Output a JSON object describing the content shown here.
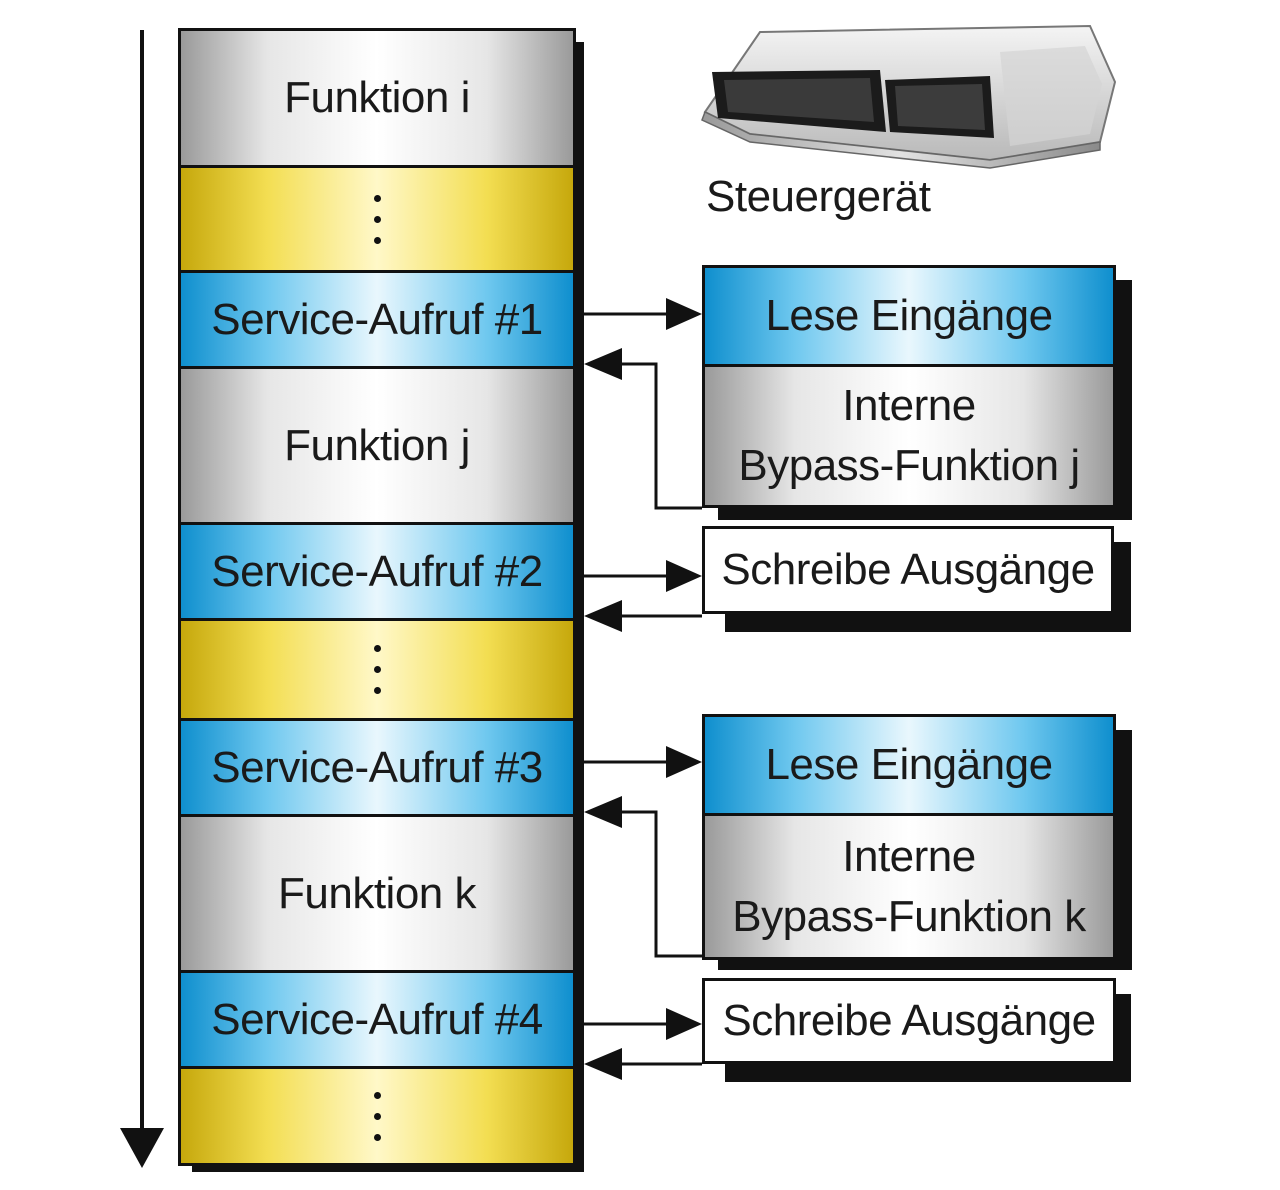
{
  "device": {
    "label": "Steuergerät",
    "icon": "ecu-device-icon"
  },
  "stack": {
    "segments": [
      {
        "kind": "function",
        "label": "Funktion i"
      },
      {
        "kind": "ellipsis",
        "label": ""
      },
      {
        "kind": "service",
        "label": "Service-Aufruf #1"
      },
      {
        "kind": "function",
        "label": "Funktion j"
      },
      {
        "kind": "service",
        "label": "Service-Aufruf #2"
      },
      {
        "kind": "ellipsis",
        "label": ""
      },
      {
        "kind": "service",
        "label": "Service-Aufruf #3"
      },
      {
        "kind": "function",
        "label": "Funktion k"
      },
      {
        "kind": "service",
        "label": "Service-Aufruf #4"
      },
      {
        "kind": "ellipsis",
        "label": ""
      }
    ]
  },
  "bypass": {
    "group1": {
      "read_label": "Lese Eingänge",
      "internal_line1": "Interne",
      "internal_line2": "Bypass-Funktion j",
      "write_label": "Schreibe Ausgänge"
    },
    "group2": {
      "read_label": "Lese Eingänge",
      "internal_line1": "Interne",
      "internal_line2": "Bypass-Funktion k",
      "write_label": "Schreibe Ausgänge"
    }
  },
  "colors": {
    "function": "#e6e6e6",
    "ellipsis": "#f3de52",
    "service": "#6fc8ef",
    "outline": "#111111"
  }
}
